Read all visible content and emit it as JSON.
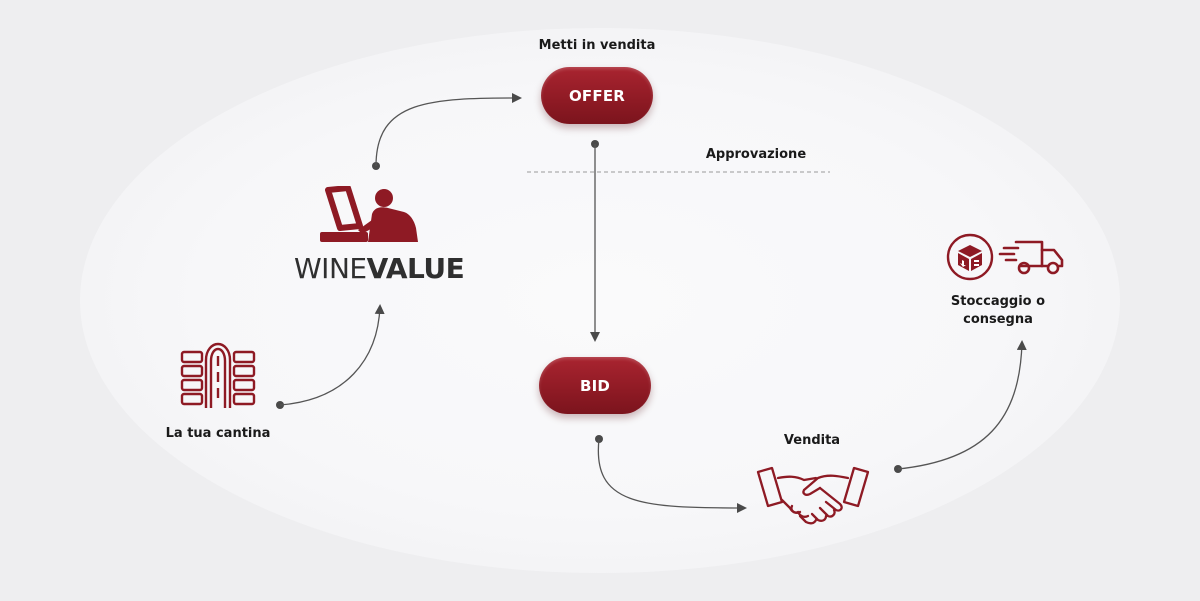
{
  "brand": {
    "name_light": "WINE",
    "name_bold": "VALUE",
    "accent_color": "#8e1a24"
  },
  "nodes": {
    "offer": {
      "label": "OFFER",
      "caption": "Metti in vendita"
    },
    "bid": {
      "label": "BID"
    },
    "approval": {
      "label": "Approvazione"
    },
    "cellar": {
      "label": "La tua cantina",
      "icon": "wine-rack-icon"
    },
    "sale": {
      "label": "Vendita",
      "icon": "handshake-icon"
    },
    "storage": {
      "label": "Stoccaggio o consegna",
      "icons": [
        "package-icon",
        "delivery-truck-icon"
      ]
    }
  }
}
